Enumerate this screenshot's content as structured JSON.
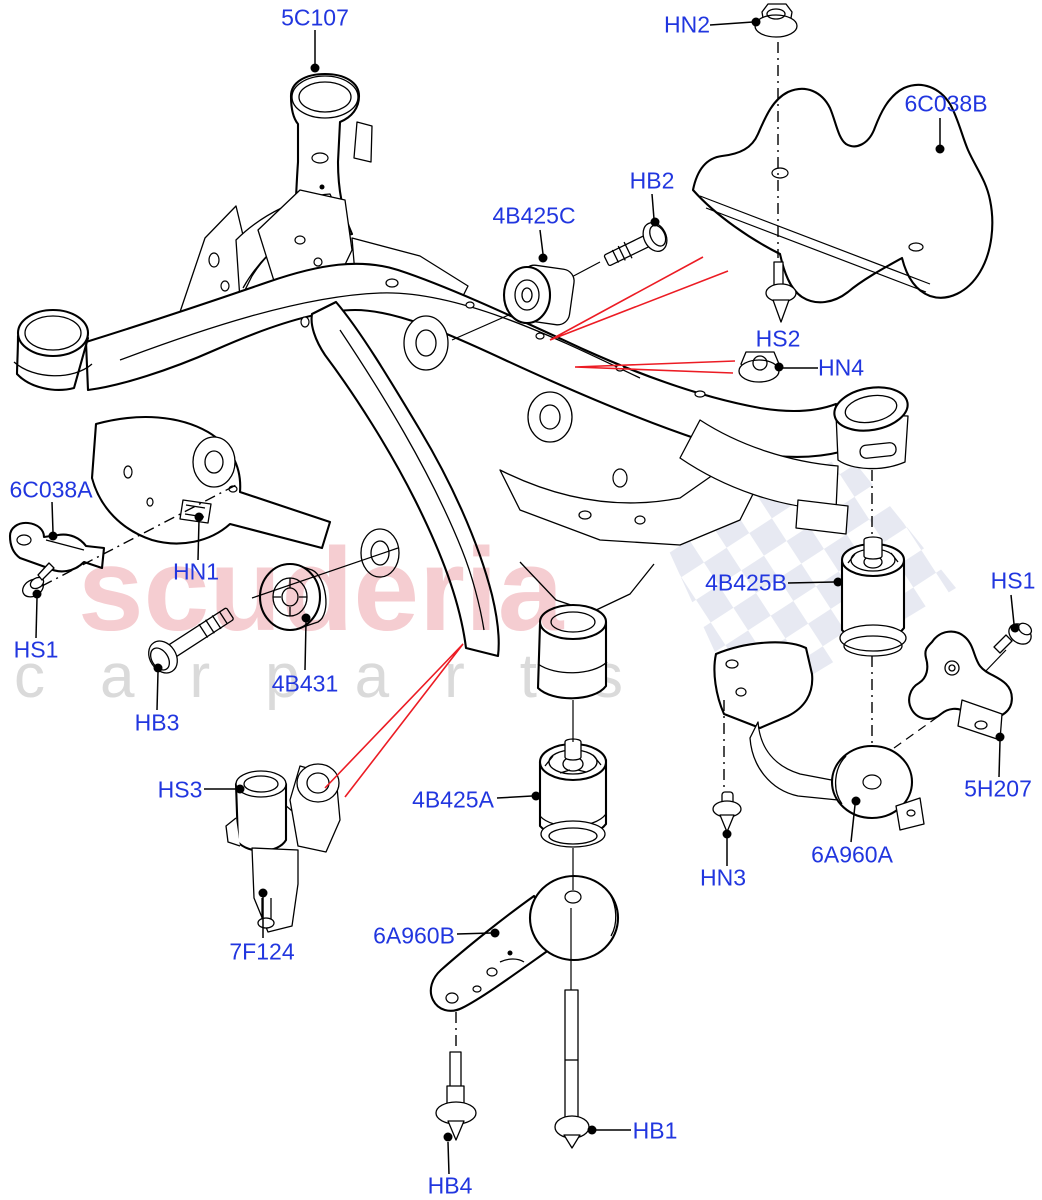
{
  "diagram": {
    "type": "exploded-parts-diagram",
    "colors": {
      "background": "#FFFFFF",
      "label_blue": "#2136DF",
      "line_black": "#000000",
      "annotation_red": "#EC1C24",
      "watermark_pink": "#F5CDD1",
      "watermark_gray": "#DADADA",
      "watermark_checker": "#E4E7F0"
    },
    "watermark": {
      "word1": "scuderia",
      "word2": "carparts"
    },
    "parts": [
      {
        "id": "5C107",
        "label": "5C107"
      },
      {
        "id": "HN2",
        "label": "HN2"
      },
      {
        "id": "6C038B",
        "label": "6C038B"
      },
      {
        "id": "HB2",
        "label": "HB2"
      },
      {
        "id": "4B425C",
        "label": "4B425C"
      },
      {
        "id": "HS2",
        "label": "HS2"
      },
      {
        "id": "HN4",
        "label": "HN4"
      },
      {
        "id": "6C038A",
        "label": "6C038A"
      },
      {
        "id": "HN1",
        "label": "HN1"
      },
      {
        "id": "HS1-left",
        "label": "HS1"
      },
      {
        "id": "HB3",
        "label": "HB3"
      },
      {
        "id": "4B431",
        "label": "4B431"
      },
      {
        "id": "HS3",
        "label": "HS3"
      },
      {
        "id": "4B425A",
        "label": "4B425A"
      },
      {
        "id": "4B425B",
        "label": "4B425B"
      },
      {
        "id": "HS1-right",
        "label": "HS1"
      },
      {
        "id": "5H207",
        "label": "5H207"
      },
      {
        "id": "6A960A",
        "label": "6A960A"
      },
      {
        "id": "HN3",
        "label": "HN3"
      },
      {
        "id": "7F124",
        "label": "7F124"
      },
      {
        "id": "6A960B",
        "label": "6A960B"
      },
      {
        "id": "HB4",
        "label": "HB4"
      },
      {
        "id": "HB1",
        "label": "HB1"
      }
    ]
  }
}
